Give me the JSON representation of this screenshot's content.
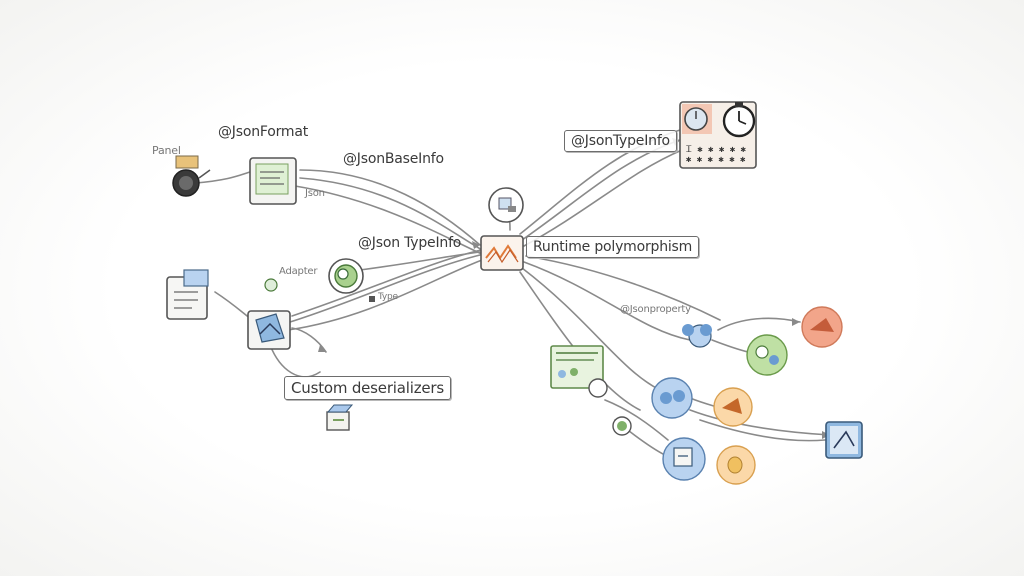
{
  "labels": {
    "json_format": "@JsonFormat",
    "json_base_info": "@JsonBaseInfo",
    "json_type_info_top": "@JsonTypeInfo",
    "json_type_info_center": "@Json TypeInfo",
    "runtime_polymorphism": "Runtime polymorphism",
    "custom_deserializers": "Custom deserializers",
    "jsonproperty": "@Jsonproperty",
    "panel": "Panel",
    "json": "Json",
    "adapter": "Adapter",
    "type": "Type"
  },
  "colors": {
    "line": "#8a8a8a",
    "ink": "#3a3a3a",
    "accent_orange": "#e07a3a",
    "accent_green": "#7fb069",
    "accent_blue": "#6a9bd1",
    "accent_salmon": "#e8937a",
    "accent_yellow": "#f0c060"
  },
  "icons": [
    "lens-icon",
    "document-icon",
    "hub-icon",
    "stopwatch-icon",
    "clipboard-icon",
    "gear-icon",
    "node-icon",
    "schema-icon",
    "cube-icon"
  ]
}
